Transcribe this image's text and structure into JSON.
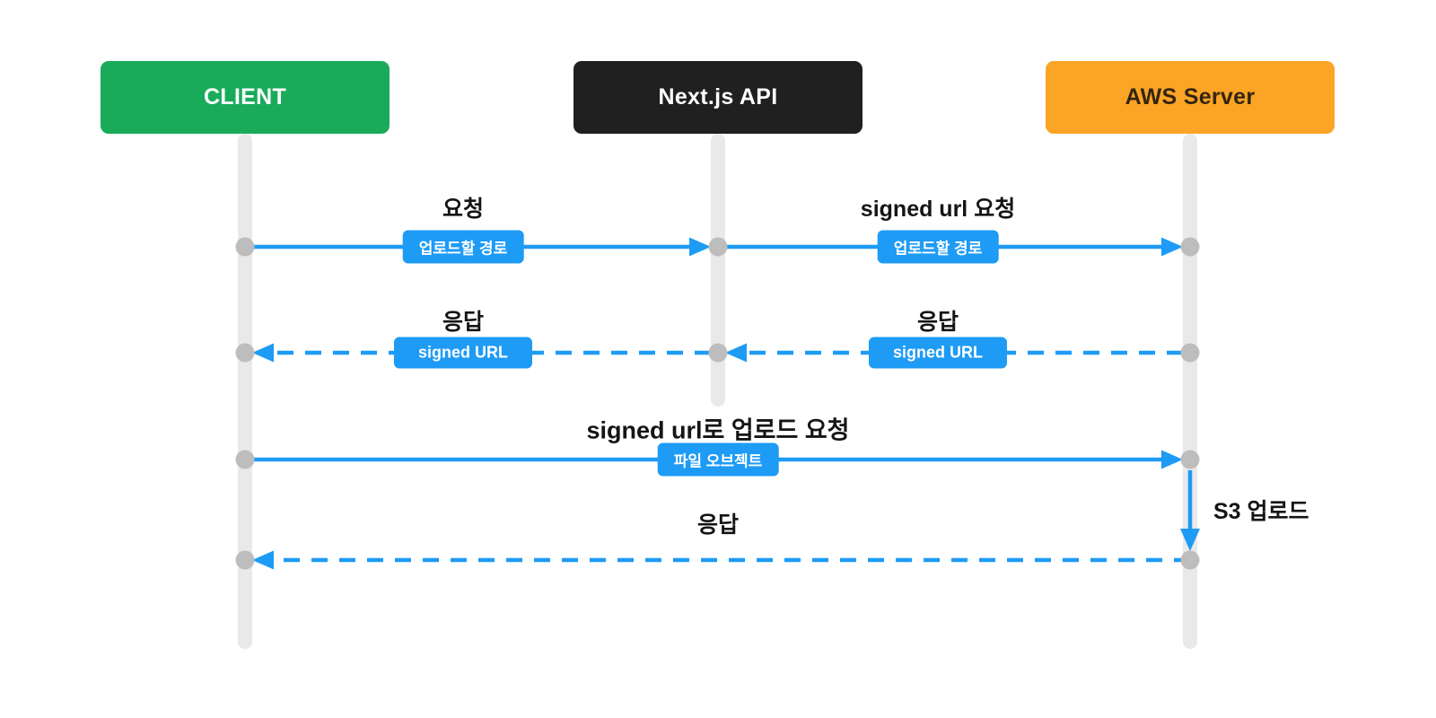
{
  "actors": [
    {
      "id": "client",
      "label": "CLIENT"
    },
    {
      "id": "nextjs-api",
      "label": "Next.js API"
    },
    {
      "id": "aws-server",
      "label": "AWS Server"
    }
  ],
  "messages": [
    {
      "label": "요청",
      "badge": "업로드할 경로",
      "from": "CLIENT",
      "to": "Next.js API",
      "line": "solid"
    },
    {
      "label": "signed url 요청",
      "badge": "업로드할 경로",
      "from": "Next.js API",
      "to": "AWS Server",
      "line": "solid"
    },
    {
      "label": "응답",
      "badge": "signed URL",
      "from": "Next.js API",
      "to": "CLIENT",
      "line": "dashed"
    },
    {
      "label": "응답",
      "badge": "signed URL",
      "from": "AWS Server",
      "to": "Next.js API",
      "line": "dashed"
    },
    {
      "label": "signed url로 업로드 요청",
      "badge": "파일 오브젝트",
      "from": "CLIENT",
      "to": "AWS Server",
      "line": "solid"
    },
    {
      "label": "S3 업로드",
      "badge": "",
      "from": "AWS Server",
      "to": "AWS Server",
      "line": "solid-vertical"
    },
    {
      "label": "응답",
      "badge": "",
      "from": "AWS Server",
      "to": "CLIENT",
      "line": "dashed"
    }
  ],
  "colors": {
    "client_bg": "#1AAB5A",
    "client_text": "#FFFFFF",
    "api_bg": "#202020",
    "api_text": "#FFFFFF",
    "aws_bg": "#FCA426",
    "aws_text": "#33260F",
    "arrow_blue": "#1E9BF5",
    "badge_bg": "#1E9BF5",
    "badge_text": "#FFFFFF",
    "lifeline": "#E9E9E9",
    "dot": "#BDBDBD",
    "label_text": "#151515",
    "background": "#FFFFFF"
  }
}
